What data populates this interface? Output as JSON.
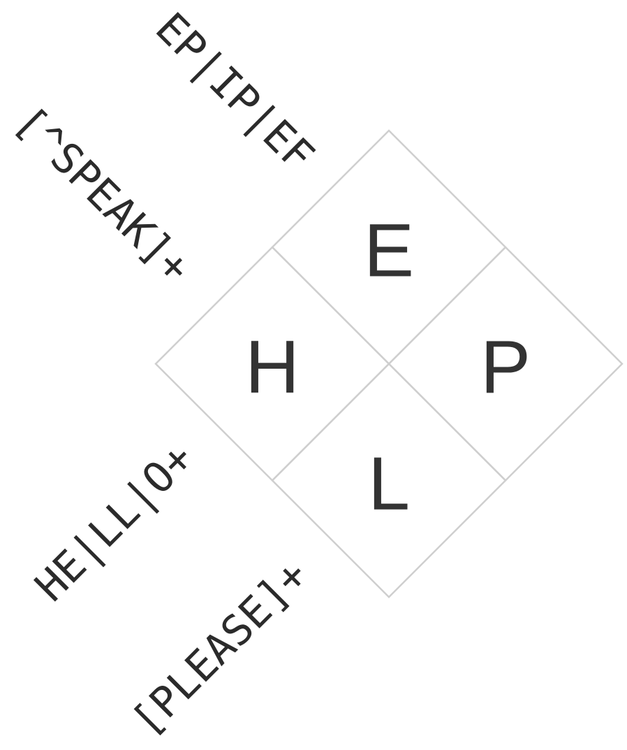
{
  "puzzle": {
    "cells": {
      "top": "E",
      "left": "H",
      "right": "P",
      "bottom": "L"
    },
    "clues": {
      "top_row": "EP|IP|EF",
      "top_col": "[^SPEAK]+",
      "bottom_row": "HE|LL|O+",
      "bottom_col": "[PLEASE]+"
    }
  }
}
